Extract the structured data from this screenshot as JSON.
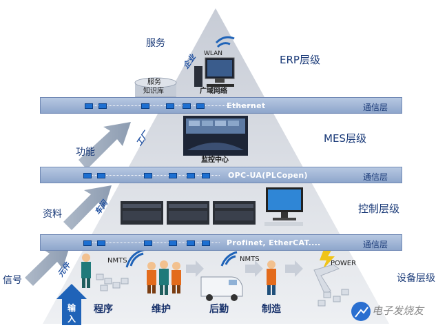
{
  "levels": {
    "erp": "ERP层级",
    "mes": "MES层级",
    "control": "控制层级",
    "device": "设备层级"
  },
  "bars": [
    {
      "protocol": "Ethernet",
      "label": "通信层"
    },
    {
      "protocol": "OPC-UA(PLCopen)",
      "label": "通信层"
    },
    {
      "protocol": "Profinet, EtherCAT....",
      "label": "通信层"
    }
  ],
  "left_labels": {
    "service": "服务",
    "function": "功能",
    "data": "资料",
    "signal": "信号"
  },
  "tiers": {
    "enterprise": "企业",
    "factory": "工厂",
    "workshop": "车间",
    "component": "元件"
  },
  "top": {
    "wlan": "WLAN",
    "wan": "广域网络",
    "kb_line1": "服务",
    "kb_line2": "知识库"
  },
  "mes": {
    "monitoring": "监控中心"
  },
  "bottom": {
    "input_line1": "输",
    "input_line2": "入",
    "nmts_left": "NMTS",
    "nmts_right": "NMTS",
    "power": "POWER",
    "program": "程序",
    "maintain": "维护",
    "logistics": "后勤",
    "manufacture": "制造"
  },
  "watermark": "电子发烧友",
  "colors": {
    "pyramid_top": "#c9ced8",
    "pyramid_bottom": "#eceef2",
    "bar": "#9cb2d6",
    "text_blue": "#1a3a78",
    "arrow": "#9aa9bd",
    "input_box": "#1f63b8"
  }
}
